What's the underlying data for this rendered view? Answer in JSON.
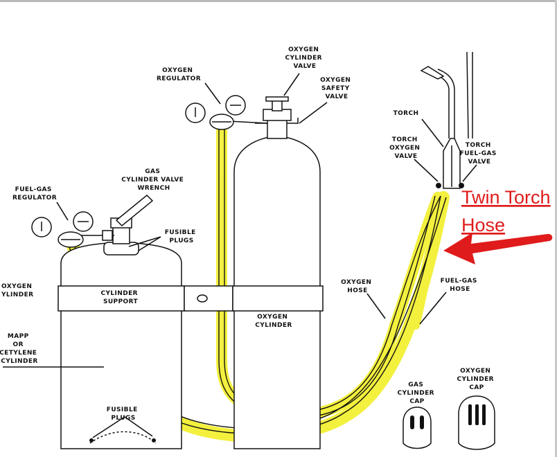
{
  "labels": {
    "oxygen_cylinder_valve": [
      "OXYGEN",
      "CYLINDER",
      "VALVE"
    ],
    "oxygen_regulator": [
      "OXYGEN",
      "REGULATOR"
    ],
    "oxygen_safety_valve": [
      "OXYGEN",
      "SAFETY",
      "VALVE"
    ],
    "gas_cylinder_valve_wrench": [
      "GAS",
      "CYLINDER VALVE",
      "WRENCH"
    ],
    "fuel_gas_regulator": [
      "FUEL-GAS",
      "REGULATOR"
    ],
    "fusible_plugs_top": [
      "FUSIBLE",
      "PLUGS"
    ],
    "oxygen_cylinder_left": [
      "OXYGEN",
      "YLINDER"
    ],
    "cylinder_support": [
      "CYLINDER",
      "SUPPORT"
    ],
    "mapp_cylinder": [
      "MAPP",
      "OR",
      "CETYLENE",
      "CYLINDER"
    ],
    "fusible_plugs_bottom": [
      "FUSIBLE",
      "PLUGS"
    ],
    "oxygen_cylinder_center": [
      "OXYGEN",
      "CYLINDER"
    ],
    "torch": [
      "TORCH"
    ],
    "torch_oxygen_valve": [
      "TORCH",
      "OXYGEN",
      "VALVE"
    ],
    "torch_fuel_gas_valve": [
      "TORCH",
      "FUEL-GAS",
      "VALVE"
    ],
    "oxygen_hose": [
      "OXYGEN",
      "HOSE"
    ],
    "fuel_gas_hose": [
      "FUEL-GAS",
      "HOSE"
    ],
    "gas_cylinder_cap": [
      "GAS",
      "CYLINDER",
      "CAP"
    ],
    "oxygen_cylinder_cap": [
      "OXYGEN",
      "CYLINDER",
      "CAP"
    ]
  },
  "annotation": {
    "line1": "Twin Torch",
    "line2": "Hose",
    "color": "#e01b1b"
  },
  "colors": {
    "highlight": "#f2ef2a",
    "ink": "#111111"
  }
}
